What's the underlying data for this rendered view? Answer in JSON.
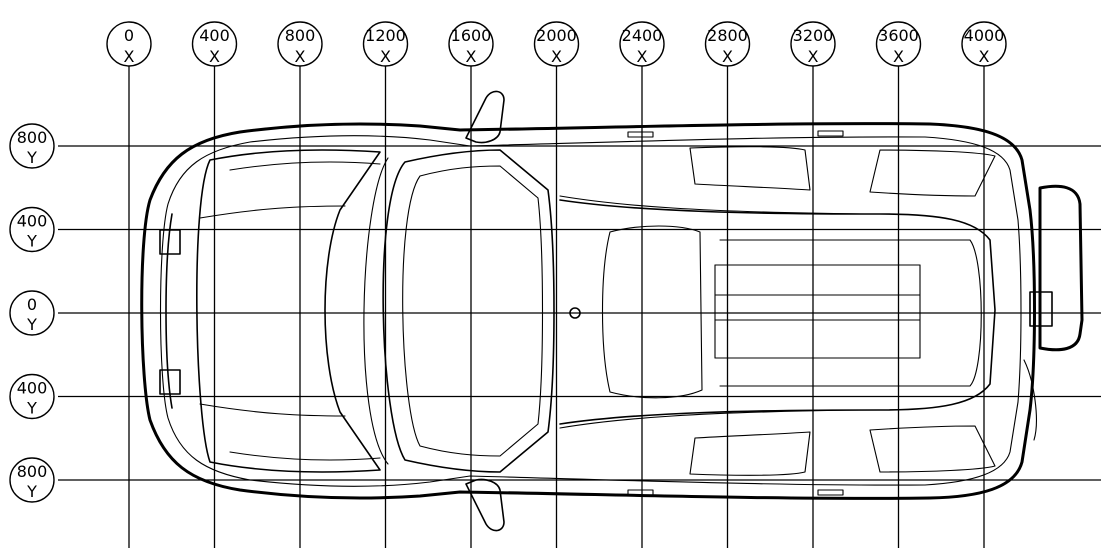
{
  "x_axis": {
    "letter": "X",
    "markers": [
      "0",
      "400",
      "800",
      "1200",
      "1600",
      "2000",
      "2400",
      "2800",
      "3200",
      "3600",
      "4000"
    ]
  },
  "y_axis": {
    "letter": "Y",
    "markers": [
      "800",
      "400",
      "0",
      "400",
      "800"
    ]
  },
  "vehicle": {
    "view": "top-view outline"
  }
}
